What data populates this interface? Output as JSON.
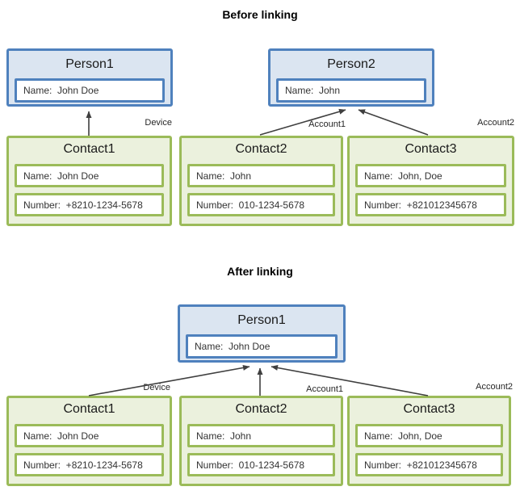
{
  "before": {
    "title": "Before linking",
    "persons": {
      "person1": {
        "title": "Person1",
        "name": "Name:  John Doe"
      },
      "person2": {
        "title": "Person2",
        "name": "Name:  John"
      }
    },
    "contacts": {
      "contact1": {
        "title": "Contact1",
        "name": "Name:  John Doe",
        "number": "Number:  +8210-1234-5678",
        "edge_label": "Device"
      },
      "contact2": {
        "title": "Contact2",
        "name": "Name:  John",
        "number": "Number:  010-1234-5678",
        "edge_label": "Account1"
      },
      "contact3": {
        "title": "Contact3",
        "name": "Name:  John, Doe",
        "number": "Number:  +821012345678",
        "edge_label": "Account2"
      }
    }
  },
  "after": {
    "title": "After linking",
    "persons": {
      "person1": {
        "title": "Person1",
        "name": "Name:  John Doe"
      }
    },
    "contacts": {
      "contact1": {
        "title": "Contact1",
        "name": "Name:  John Doe",
        "number": "Number:  +8210-1234-5678",
        "edge_label": "Device"
      },
      "contact2": {
        "title": "Contact2",
        "name": "Name:  John",
        "number": "Number:  010-1234-5678",
        "edge_label": "Account1"
      },
      "contact3": {
        "title": "Contact3",
        "name": "Name:  John, Doe",
        "number": "Number:  +821012345678",
        "edge_label": "Account2"
      }
    }
  },
  "colors": {
    "person_border": "#4f81bd",
    "person_fill": "#dbe5f1",
    "contact_border": "#9bbb59",
    "contact_fill": "#ebf1dd",
    "arrow": "#3f3f3f",
    "text": "#262626"
  }
}
